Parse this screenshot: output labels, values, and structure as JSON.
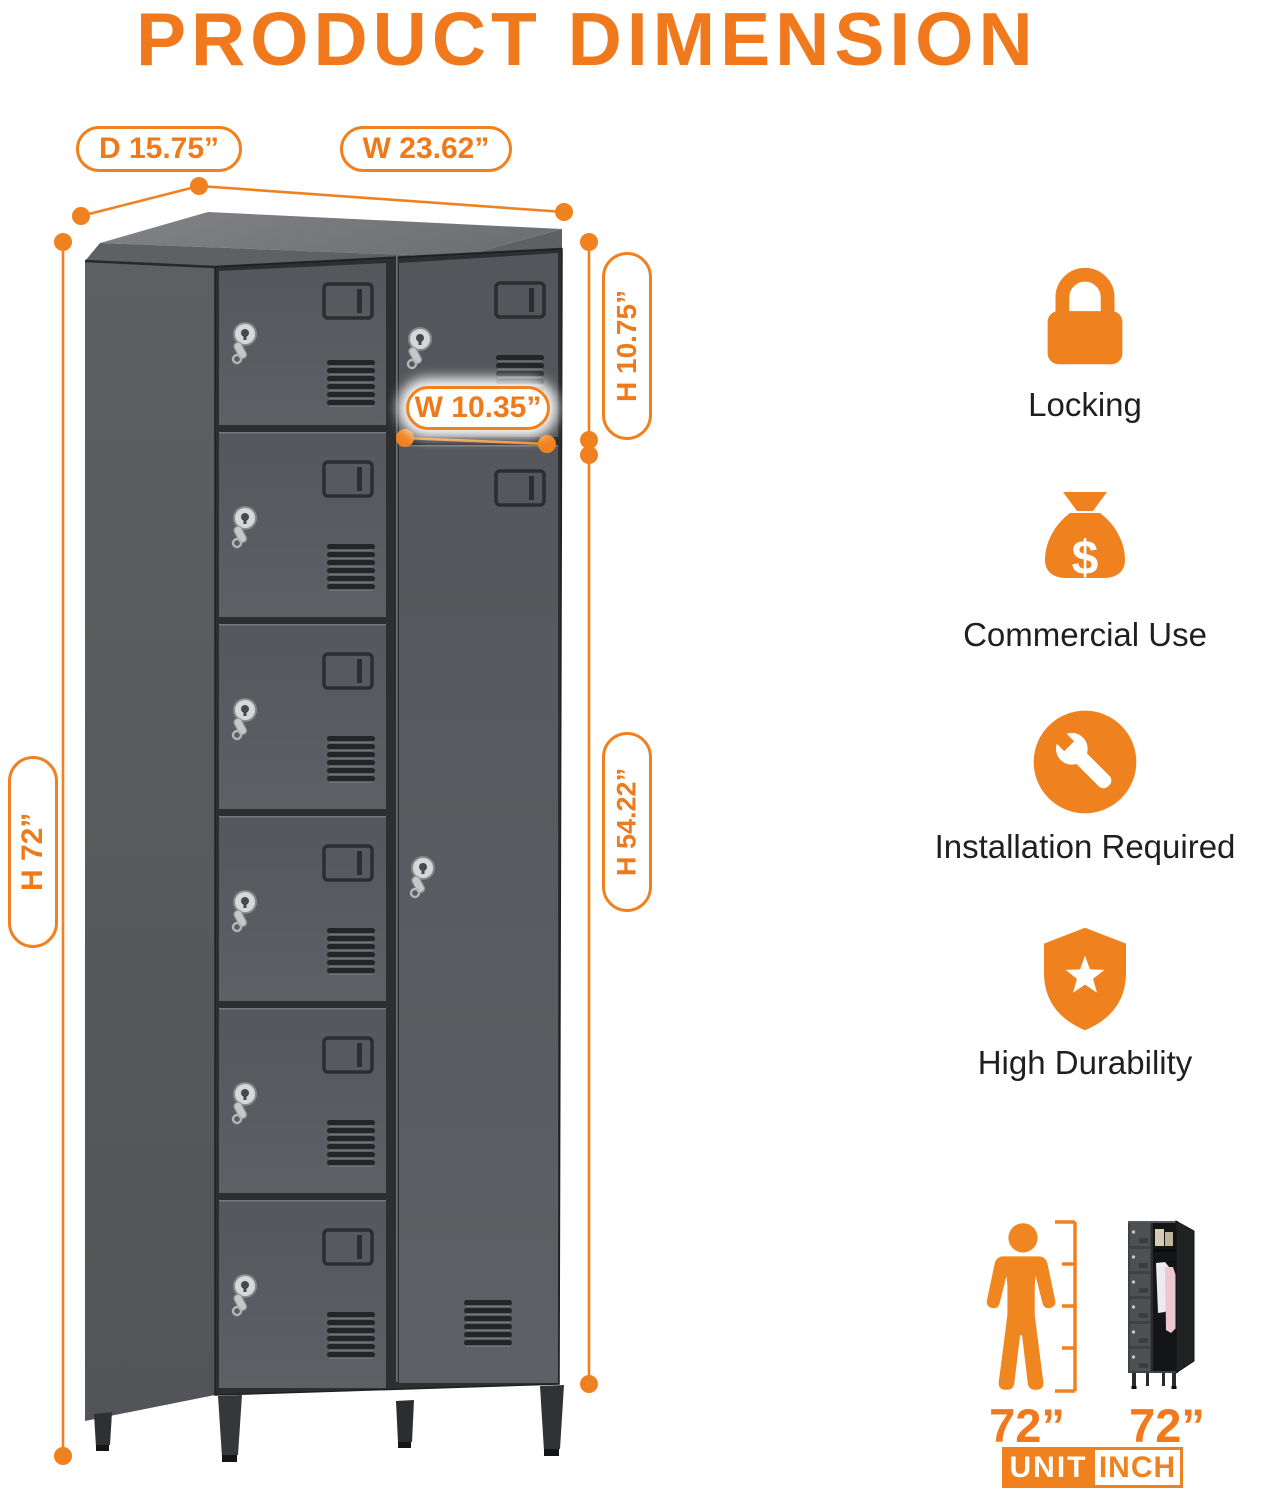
{
  "title": "PRODUCT DIMENSION",
  "accent_color": "#F0791E",
  "dimension_labels": {
    "depth": "D 15.75”",
    "width": "W 23.62”",
    "door_width": "W 10.35”",
    "small_door_height": "H 10.75”",
    "tall_door_height": "H 54.22”",
    "overall_height": "H 72”"
  },
  "features": [
    {
      "icon": "padlock-icon",
      "label": "Locking"
    },
    {
      "icon": "money-bag-icon",
      "label": "Commercial Use",
      "glyph": "$"
    },
    {
      "icon": "wrench-icon",
      "label": "Installation Required"
    },
    {
      "icon": "shield-star-icon",
      "label": "High Durability"
    }
  ],
  "size_reference": {
    "person_height": "72”",
    "locker_height": "72”",
    "unit_label": "UNIT",
    "unit_value": "INCH"
  }
}
